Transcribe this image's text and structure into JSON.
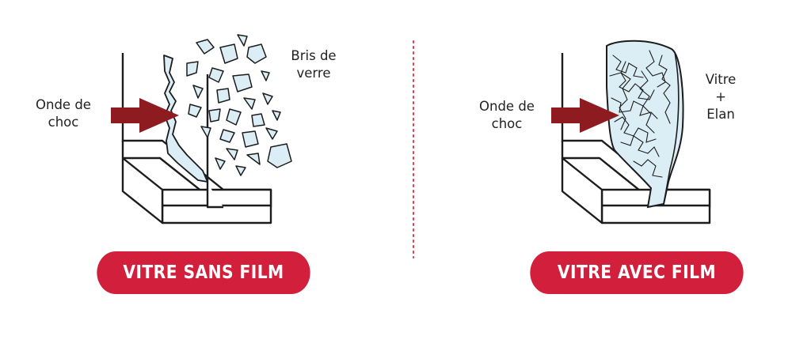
{
  "left_panel": {
    "shockwave_line1": "Onde de",
    "shockwave_line2": "choc",
    "glass_line1": "Bris de",
    "glass_line2": "verre",
    "button_label": "VITRE SANS FILM"
  },
  "right_panel": {
    "shockwave_line1": "Onde de",
    "shockwave_line2": "choc",
    "glass_line1": "Vitre",
    "glass_line2": "+",
    "glass_line3": "Elan",
    "button_label": "VITRE AVEC FILM"
  },
  "colors": {
    "accent": "#d21f3c",
    "arrow": "#8e1b1f",
    "divider": "#e23a4a",
    "glass_fill": "#dbeef6",
    "outline": "#1c1c1c"
  },
  "icons": [
    "shockwave-arrow-icon",
    "window-frame-icon",
    "glass-shard-icon",
    "laminated-glass-icon"
  ]
}
